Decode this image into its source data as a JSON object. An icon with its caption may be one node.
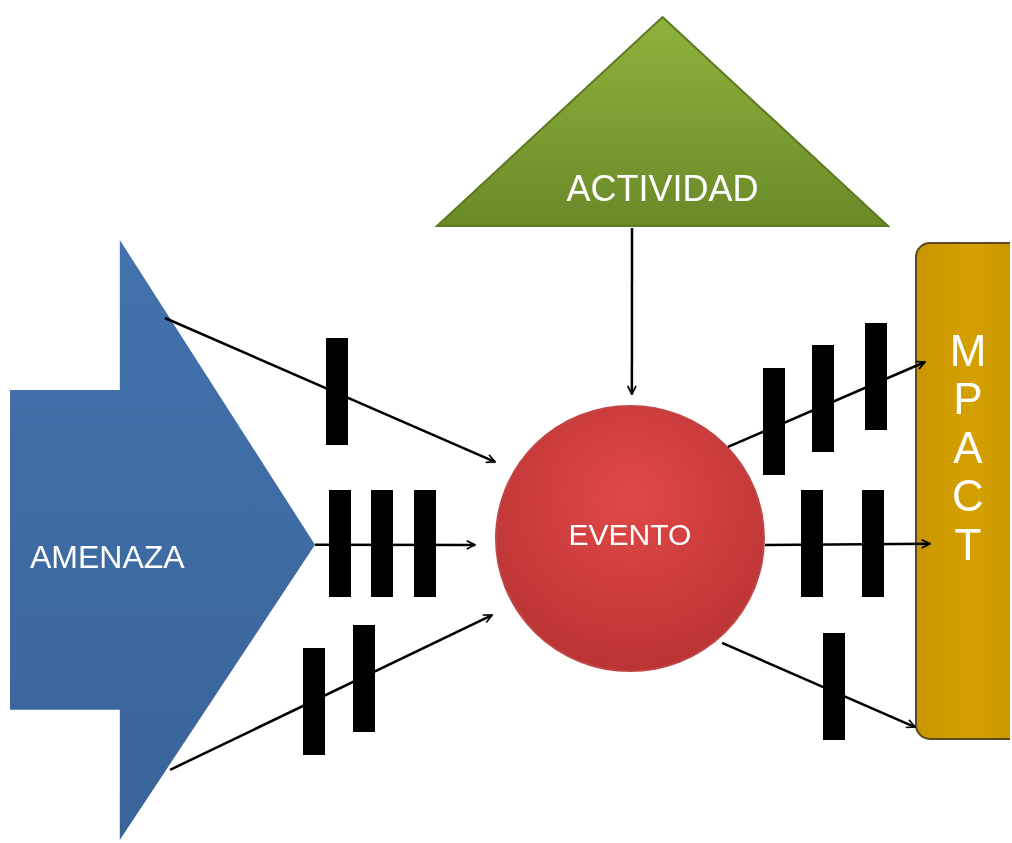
{
  "diagram": {
    "nodes": [
      {
        "text": [
          "ACTIVIDAD"
        ]
      },
      {
        "text": [
          "AMENAZA"
        ]
      },
      {
        "text": [
          "EVENTO"
        ]
      },
      {
        "text": [
          "MPACT"
        ]
      }
    ],
    "edges": [
      {
        "from": 0,
        "to": 2,
        "arrow": "to"
      },
      {
        "from": 1,
        "to": 2,
        "arrow": "to"
      },
      {
        "from": 1,
        "to": 2,
        "arrow": "to"
      },
      {
        "from": 1,
        "to": 2,
        "arrow": "to"
      },
      {
        "from": 2,
        "to": 3,
        "arrow": "to"
      },
      {
        "from": 2,
        "to": 3,
        "arrow": "to"
      },
      {
        "from": 2,
        "to": 3,
        "arrow": "to"
      }
    ]
  }
}
